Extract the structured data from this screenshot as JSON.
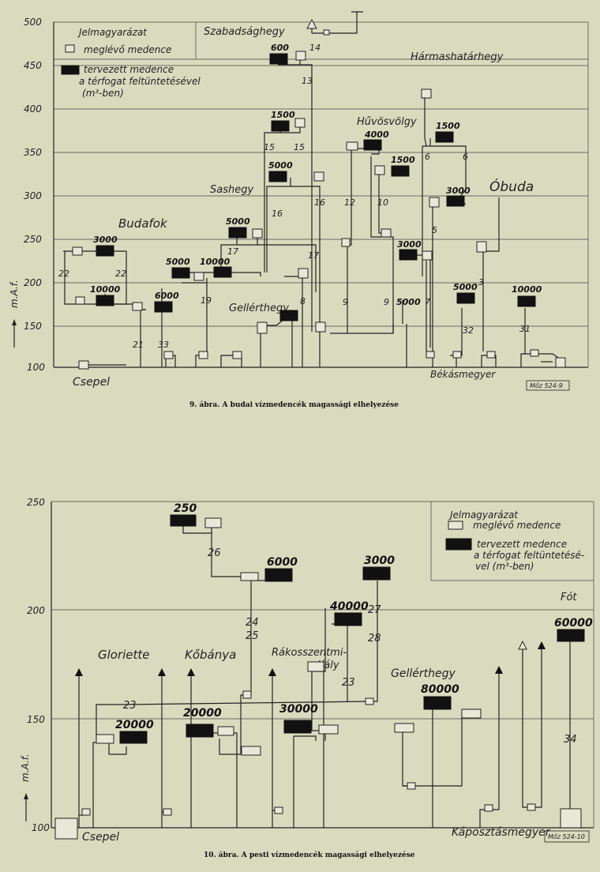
{
  "figure1": {
    "caption": "9. ábra. A budai vízmedencék magassági elhelyezése",
    "ylabel": "m.A.f.",
    "yticks": [
      "500",
      "450",
      "400",
      "350",
      "300",
      "250",
      "200",
      "150",
      "100"
    ],
    "legend": {
      "title": "Jelmagyarázat",
      "existing": "meglévő medence",
      "planned_line1": "tervezett medence",
      "planned_line2": "a térfogat feltüntetésével",
      "planned_line3": "(m³-ben)"
    },
    "places": {
      "szabadsaghegy": "Szabadsághegy",
      "harmashatarhegy": "Hármashatárhegy",
      "huvosvolgy": "Hűvösvölgy",
      "sashegy": "Sashegy",
      "obuda": "Óbuda",
      "budafok": "Budafok",
      "gellerthegy": "Gellérthegy",
      "csepel": "Csepel",
      "bekasmegyer": "Békásmegyer"
    },
    "volumes": [
      "600",
      "1500",
      "5000",
      "4000",
      "1500",
      "1500",
      "3000",
      "5000",
      "3000",
      "5000",
      "10000",
      "3000",
      "10000",
      "6000",
      "5000",
      "5000",
      "10000"
    ],
    "lines": [
      "14",
      "13",
      "15",
      "15",
      "16",
      "16",
      "12",
      "10",
      "6",
      "6",
      "5",
      "17",
      "17",
      "22",
      "22",
      "19",
      "8",
      "9",
      "9",
      "7",
      "3",
      "32",
      "31",
      "21",
      "33"
    ],
    "stamp": "Mőz 524-9"
  },
  "figure2": {
    "caption": "10. ábra. A pesti vízmedencék magassági elhelyezése",
    "ylabel": "m.A.f.",
    "yticks": [
      "250",
      "200",
      "150",
      "100"
    ],
    "legend": {
      "title": "Jelmagyarázat",
      "existing": "meglévő medence",
      "planned_line1": "tervezett medence",
      "planned_line2": "a térfogat feltüntetésé-",
      "planned_line3": "vel (m³-ben)"
    },
    "places": {
      "fot": "Fót",
      "gloriette": "Gloriette",
      "kobanya": "Kőbánya",
      "rakosszentmihaly1": "Rákosszentmi-",
      "rakosszentmihaly2": "hály",
      "gellerthegy": "Gellérthegy",
      "csepel": "Csepel",
      "kaposztasmegyer": "Káposztásmegyer"
    },
    "volumes": [
      "250",
      "6000",
      "3000",
      "40000",
      "60000",
      "20000",
      "20000",
      "30000",
      "80000"
    ],
    "lines": [
      "26",
      "24",
      "25",
      "27",
      "28",
      "23",
      "23",
      "34"
    ],
    "stamp": "Mőz 524-10"
  }
}
